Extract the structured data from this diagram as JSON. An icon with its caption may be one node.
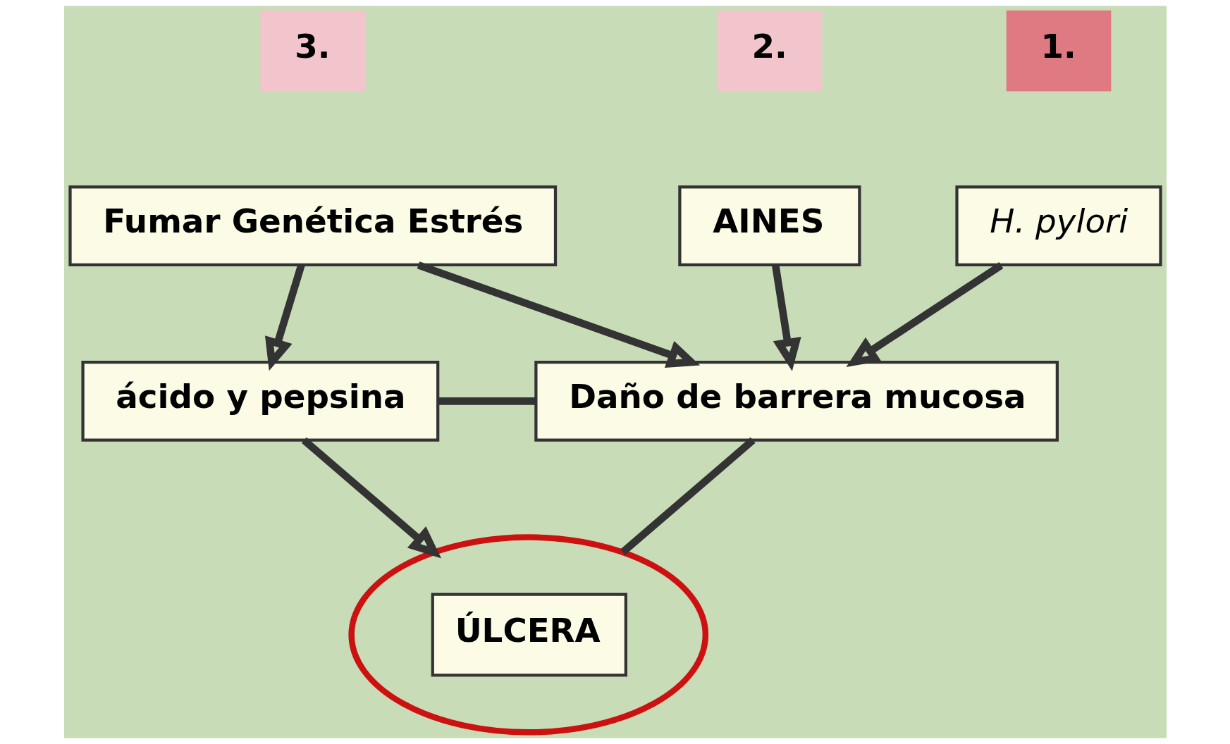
{
  "diagram": {
    "nodes": [
      {
        "text": [
          "3."
        ]
      },
      {
        "text": [
          "2."
        ]
      },
      {
        "text": [
          "Fumar Genética Estrés"
        ]
      },
      {
        "text": [
          "AINES"
        ]
      },
      {
        "text": [
          "1."
        ]
      },
      {
        "text": [
          "H. pylori"
        ]
      },
      {
        "text": [
          "ácido y pepsina"
        ]
      },
      {
        "text": [
          "Daño de barrera mucosa"
        ]
      },
      {
        "text": [],
        "shape": "circle"
      },
      {
        "text": [
          "ÚLCERA"
        ],
        "in": 8
      }
    ],
    "edges": [
      {
        "from": 2,
        "to": 6,
        "arrow": "to"
      },
      {
        "from": 2,
        "to": 7,
        "arrow": "to"
      },
      {
        "from": 3,
        "to": 7,
        "arrow": "to"
      },
      {
        "from": 5,
        "to": 7,
        "arrow": "to"
      },
      {
        "from": 6,
        "to": 8,
        "arrow": "to"
      },
      {
        "from": 7,
        "to": 6,
        "arrow": "none"
      },
      {
        "from": 7,
        "to": 8,
        "arrow": "none"
      }
    ]
  }
}
